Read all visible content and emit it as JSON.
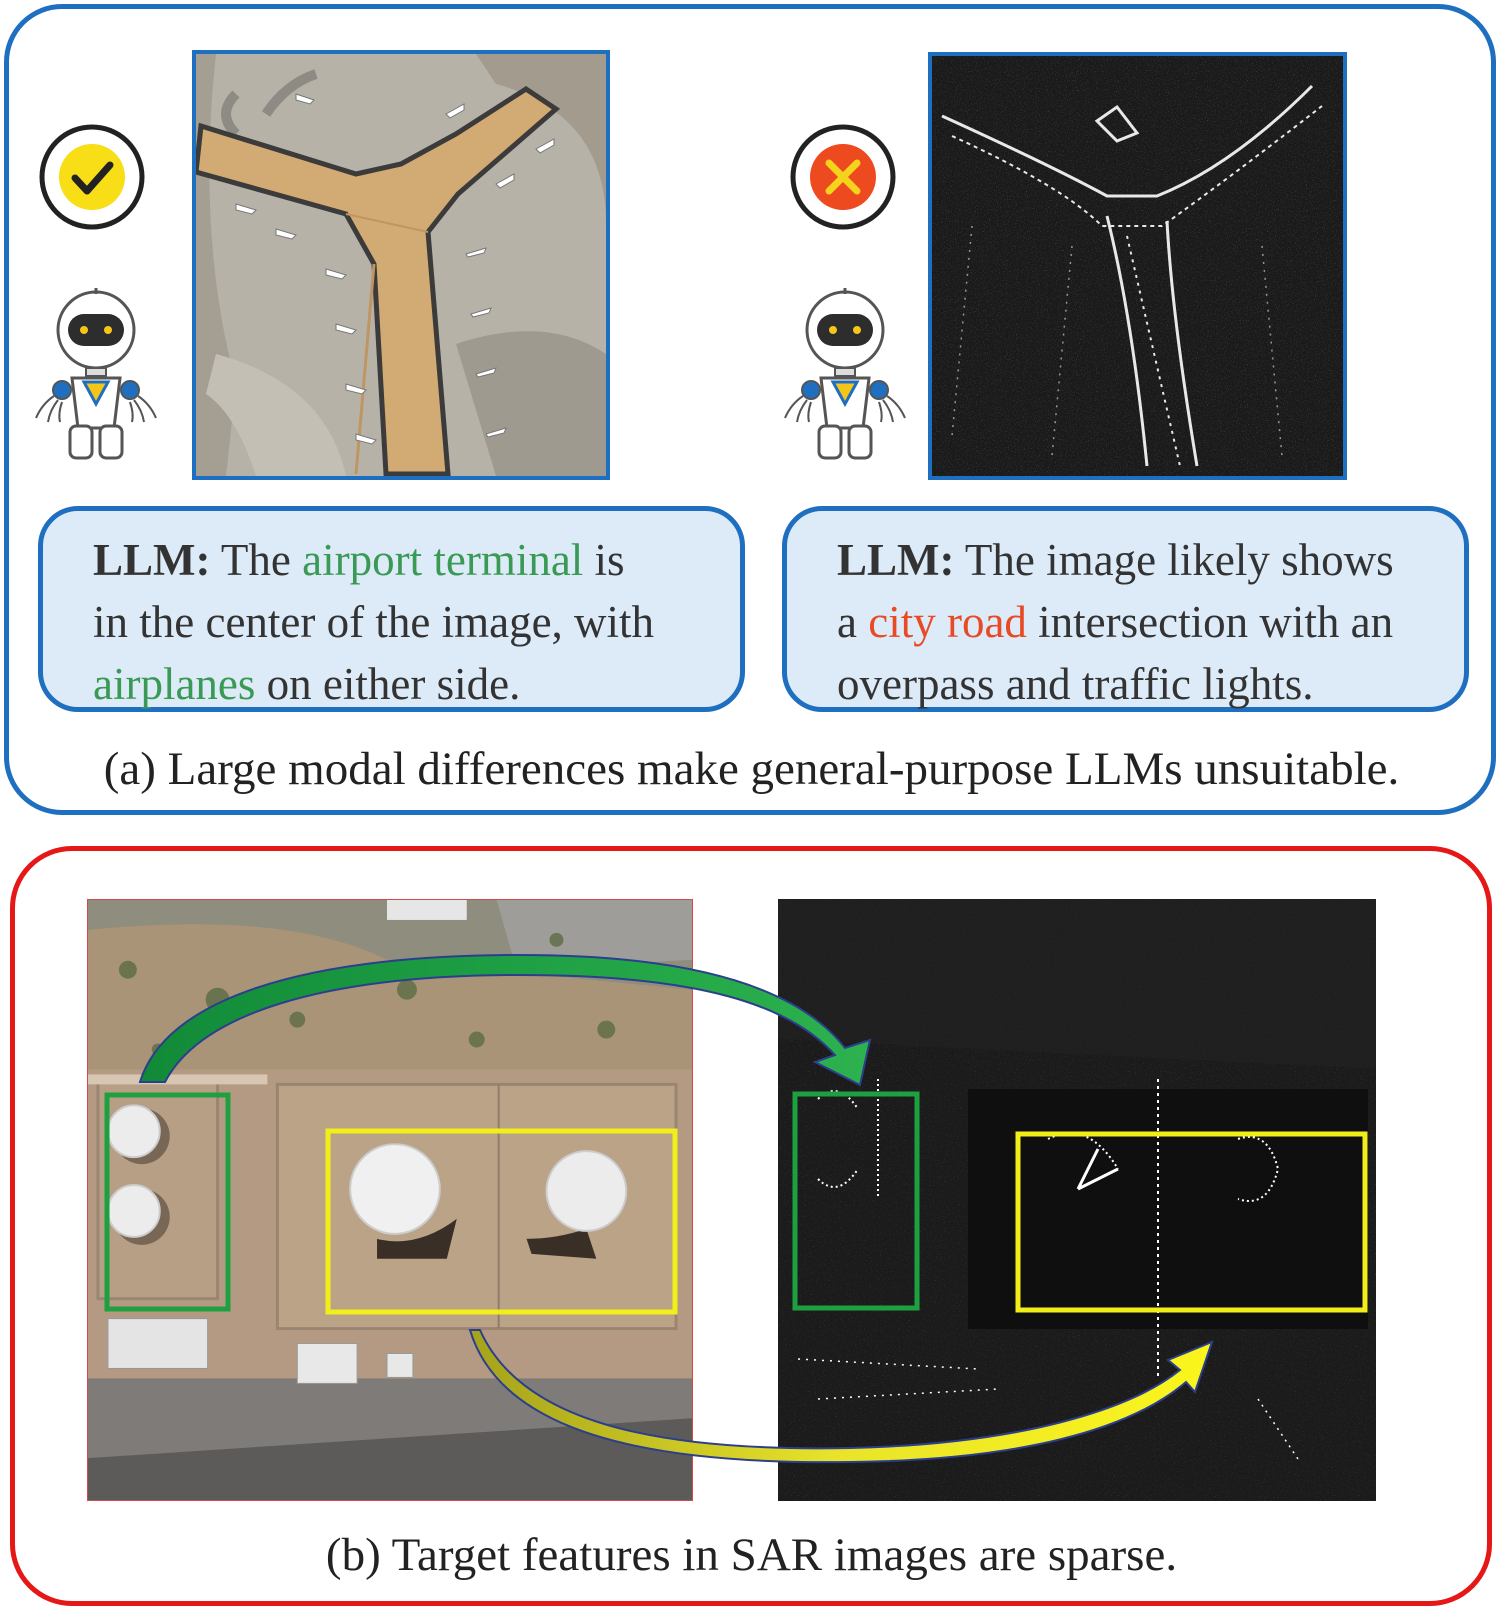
{
  "panel_a": {
    "left_bubble": {
      "label": "LLM:",
      "line1_pre": " The ",
      "line1_highlight": "airport terminal",
      "line1_post": " is",
      "line2": "in the center of the image, with",
      "line3_highlight": "airplanes",
      "line3_post": " on either side."
    },
    "right_bubble": {
      "label": "LLM:",
      "line1_post": " The image likely shows",
      "line2_pre": "a ",
      "line2_highlight": "city road",
      "line2_post": " intersection with an",
      "line3": "overpass and traffic lights."
    },
    "caption": "(a) Large modal differences make general-purpose LLMs unsuitable."
  },
  "panel_b": {
    "caption": "(b) Target features in SAR images are sparse."
  },
  "icons": {
    "left_status": "check-icon",
    "right_status": "cross-icon",
    "agent": "robot-icon"
  },
  "colors": {
    "panel_a_border": "#1f6fc1",
    "panel_b_border": "#e61717",
    "correct_highlight": "#3a9a55",
    "wrong_highlight": "#e84a26",
    "bubble_fill": "#ddebf8",
    "green_box": "#1fa040",
    "yellow_box": "#f2ee1a"
  }
}
